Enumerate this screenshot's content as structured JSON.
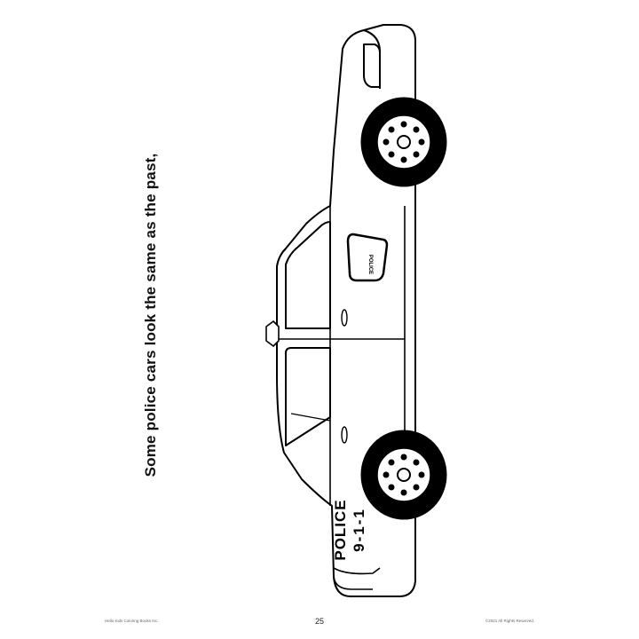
{
  "caption": "Some police cars look the same as the past,",
  "car": {
    "door_badge": "POLICE",
    "side_lettering": "POLICE",
    "side_number": "9-1-1"
  },
  "footer": {
    "left": "Hello Kids Coloring Books Inc.",
    "page_number": "25",
    "right": "©2021 All Rights Reserved."
  }
}
